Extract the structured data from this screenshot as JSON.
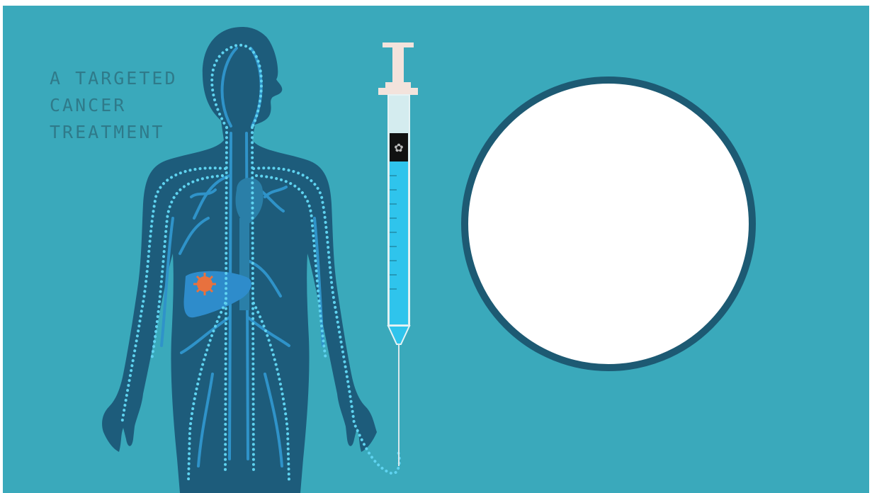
{
  "title_lines": [
    "A TARGETED",
    "CANCER",
    "TREATMENT"
  ],
  "colors": {
    "background": "#3aa9bb",
    "body": "#1d5c7b",
    "vessel": "#2f93c9",
    "dots": "#5fd3f0",
    "tumor": "#e8713e",
    "liver": "#2e8ccb",
    "syringe_liquid": "#2fc4ec",
    "circle_fill": "#ffffff",
    "circle_ring": "#1d5a73",
    "title_text": "#2f7a8a"
  },
  "icons": [
    "human-body-icon",
    "syringe-icon",
    "tumor-icon",
    "empty-circle-icon"
  ]
}
